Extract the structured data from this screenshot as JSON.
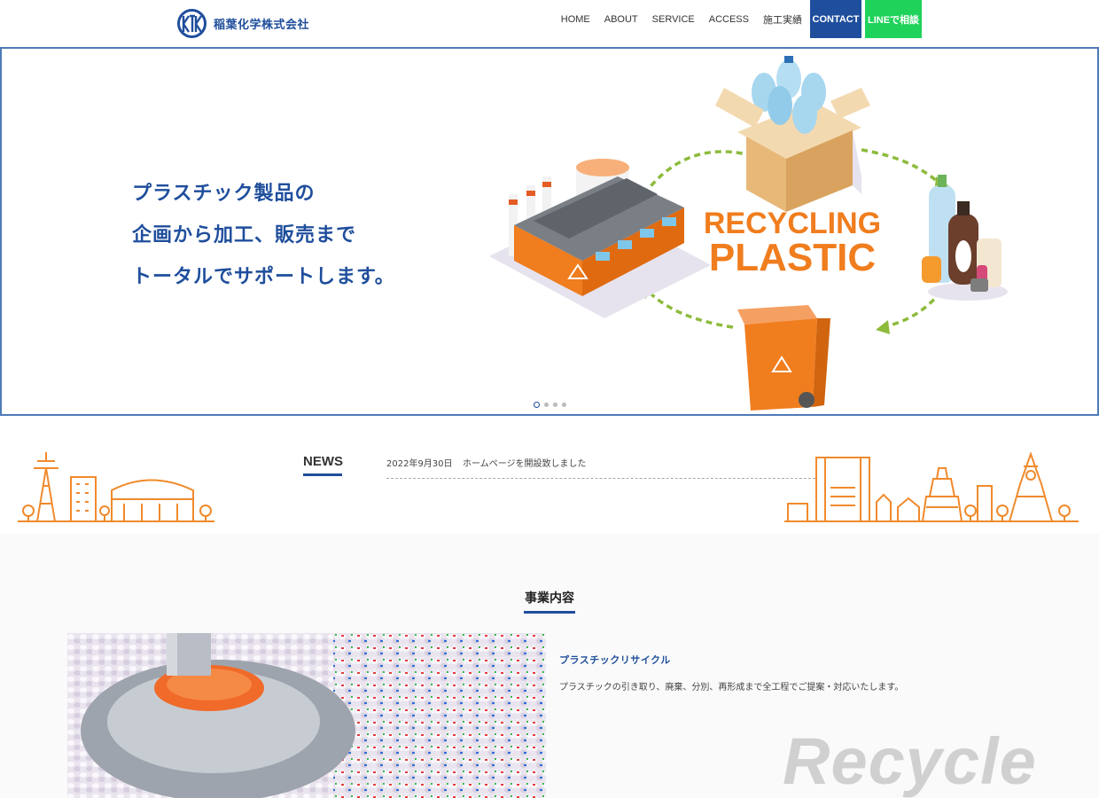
{
  "header": {
    "company_name": "稲葉化学株式会社",
    "nav": [
      {
        "label": "HOME"
      },
      {
        "label": "ABOUT"
      },
      {
        "label": "SERVICE"
      },
      {
        "label": "ACCESS"
      },
      {
        "label": "施工実績"
      }
    ],
    "contact_label": "CONTACT",
    "line_label": "LINEで相談"
  },
  "hero": {
    "lines": [
      "プラスチック製品の",
      "企画から加工、販売まで",
      "トータルでサポートします。"
    ],
    "art_title_1": "RECYCLING",
    "art_title_2": "PLASTIC",
    "slide_count": 4,
    "active_slide": 1
  },
  "news": {
    "title": "NEWS",
    "items": [
      {
        "date": "2022年9月30日",
        "text": "ホームページを開設致しました"
      }
    ]
  },
  "business": {
    "heading": "事業内容",
    "subtitle": "プラスチックリサイクル",
    "description": "プラスチックの引き取り、廃棄、分別、再形成まで全工程でご提案・対応いたします。",
    "watermark": "Recycle"
  },
  "colors": {
    "brand_blue": "#1f4e9c",
    "line_green": "#1fd25a",
    "accent_orange": "#f07d1e",
    "arrow_green": "#8dbb3c"
  }
}
